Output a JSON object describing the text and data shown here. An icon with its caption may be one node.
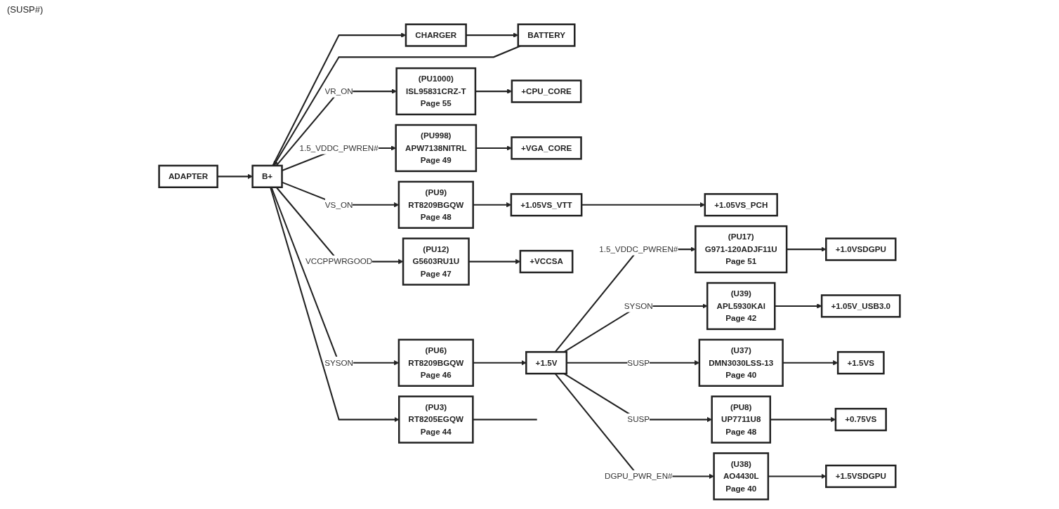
{
  "diagram": {
    "nodes": [
      {
        "text": [
          "ADAPTER"
        ]
      },
      {
        "text": [
          "BATTERY"
        ]
      },
      {
        "text": [
          "CHARGER"
        ]
      },
      {
        "text": [
          "B+"
        ]
      },
      {
        "text": [
          "(PU1000)",
          "ISL95831CRZ-T",
          "Page 55"
        ]
      },
      {
        "text": [
          "(PU998)",
          "APW7138NITRL",
          "Page 49"
        ]
      },
      {
        "text": [
          "(PU6)",
          "RT8209BGQW",
          "Page 46"
        ]
      },
      {
        "text": [
          "(PU12)",
          "G5603RU1U",
          "Page 47"
        ]
      },
      {
        "text": [
          "(PU9)",
          "RT8209BGQW",
          "Page 48"
        ]
      },
      {
        "text": [
          "(PU3)",
          "RT8205EGQW",
          "Page 44"
        ]
      },
      {
        "text": [
          "+CPU_CORE"
        ]
      },
      {
        "text": [
          "+VGA_CORE"
        ]
      },
      {
        "text": [
          "+1.5V"
        ]
      },
      {
        "text": [
          "+VCCSA"
        ]
      },
      {
        "text": [
          "+1.05VS_VTT"
        ]
      },
      {
        "text": [
          "+1.05VS_PCH"
        ]
      },
      {
        "text": [
          "(PU17)",
          "G971-120ADJF11U",
          "Page 51"
        ]
      },
      {
        "text": [
          "(U39)",
          "APL5930KAI",
          "Page 42"
        ]
      },
      {
        "text": [
          "(U37)",
          "DMN3030LSS-13",
          "Page 40"
        ]
      },
      {
        "text": [
          "(PU8)",
          "UP7711U8",
          "Page 48"
        ]
      },
      {
        "text": [
          "(U38)",
          "AO4430L",
          "Page 40"
        ]
      },
      {
        "text": [
          "+1.0VSDGPU"
        ]
      },
      {
        "text": [
          "+1.05V_USB3.0"
        ]
      },
      {
        "text": [
          "+1.5VS"
        ]
      },
      {
        "text": [
          "+0.75VS"
        ]
      },
      {
        "text": [
          "+1.5VSDGPU"
        ]
      }
    ],
    "edges": [
      {
        "from": 0,
        "to": 3,
        "arrow": "to"
      },
      {
        "from": 1,
        "to": 3,
        "arrow": "to"
      },
      {
        "from": 3,
        "to": 2,
        "arrow": "to"
      },
      {
        "from": 2,
        "to": 1,
        "arrow": "to"
      },
      {
        "from": 3,
        "to": 4,
        "arrow": "to",
        "label": "VR_ON"
      },
      {
        "from": 3,
        "to": 5,
        "arrow": "to",
        "label": "1.5_VDDC_PWREN#"
      },
      {
        "from": 3,
        "to": 6,
        "arrow": "to",
        "label": "SYSON"
      },
      {
        "from": 3,
        "to": 7,
        "arrow": "to",
        "label": "VCCPPWRGOOD"
      },
      {
        "from": 3,
        "to": 8,
        "arrow": "to",
        "label": "VS_ON"
      },
      {
        "from": 3,
        "to": 9,
        "arrow": "to"
      },
      {
        "from": 4,
        "to": 10,
        "arrow": "to"
      },
      {
        "from": 5,
        "to": 11,
        "arrow": "to"
      },
      {
        "from": 6,
        "to": 12,
        "arrow": "to"
      },
      {
        "from": 7,
        "to": 13,
        "arrow": "to"
      },
      {
        "from": 8,
        "to": 14,
        "arrow": "to"
      },
      {
        "from": 14,
        "to": 15,
        "arrow": "to"
      },
      {
        "from": 12,
        "to": 16,
        "arrow": "to",
        "label": "1.5_VDDC_PWREN#"
      },
      {
        "from": 12,
        "to": 17,
        "arrow": "to",
        "label": "SYSON"
      },
      {
        "from": 12,
        "to": 18,
        "arrow": "to",
        "label": "SUSP"
      },
      {
        "from": 12,
        "to": 19,
        "arrow": "to",
        "label": "SUSP"
      },
      {
        "from": 12,
        "to": 20,
        "arrow": "to",
        "label": "DGPU_PWR_EN#"
      },
      {
        "from": 16,
        "to": 21,
        "arrow": "to"
      },
      {
        "from": 17,
        "to": 22,
        "arrow": "to"
      },
      {
        "from": 18,
        "to": 23,
        "arrow": "to"
      },
      {
        "from": 19,
        "to": 24,
        "arrow": "to"
      },
      {
        "from": 20,
        "to": 25,
        "arrow": "to"
      },
      {
        "from": 9,
        "to": null,
        "arrow": "none"
      }
    ],
    "labels": [
      "(SUSP#)"
    ]
  }
}
